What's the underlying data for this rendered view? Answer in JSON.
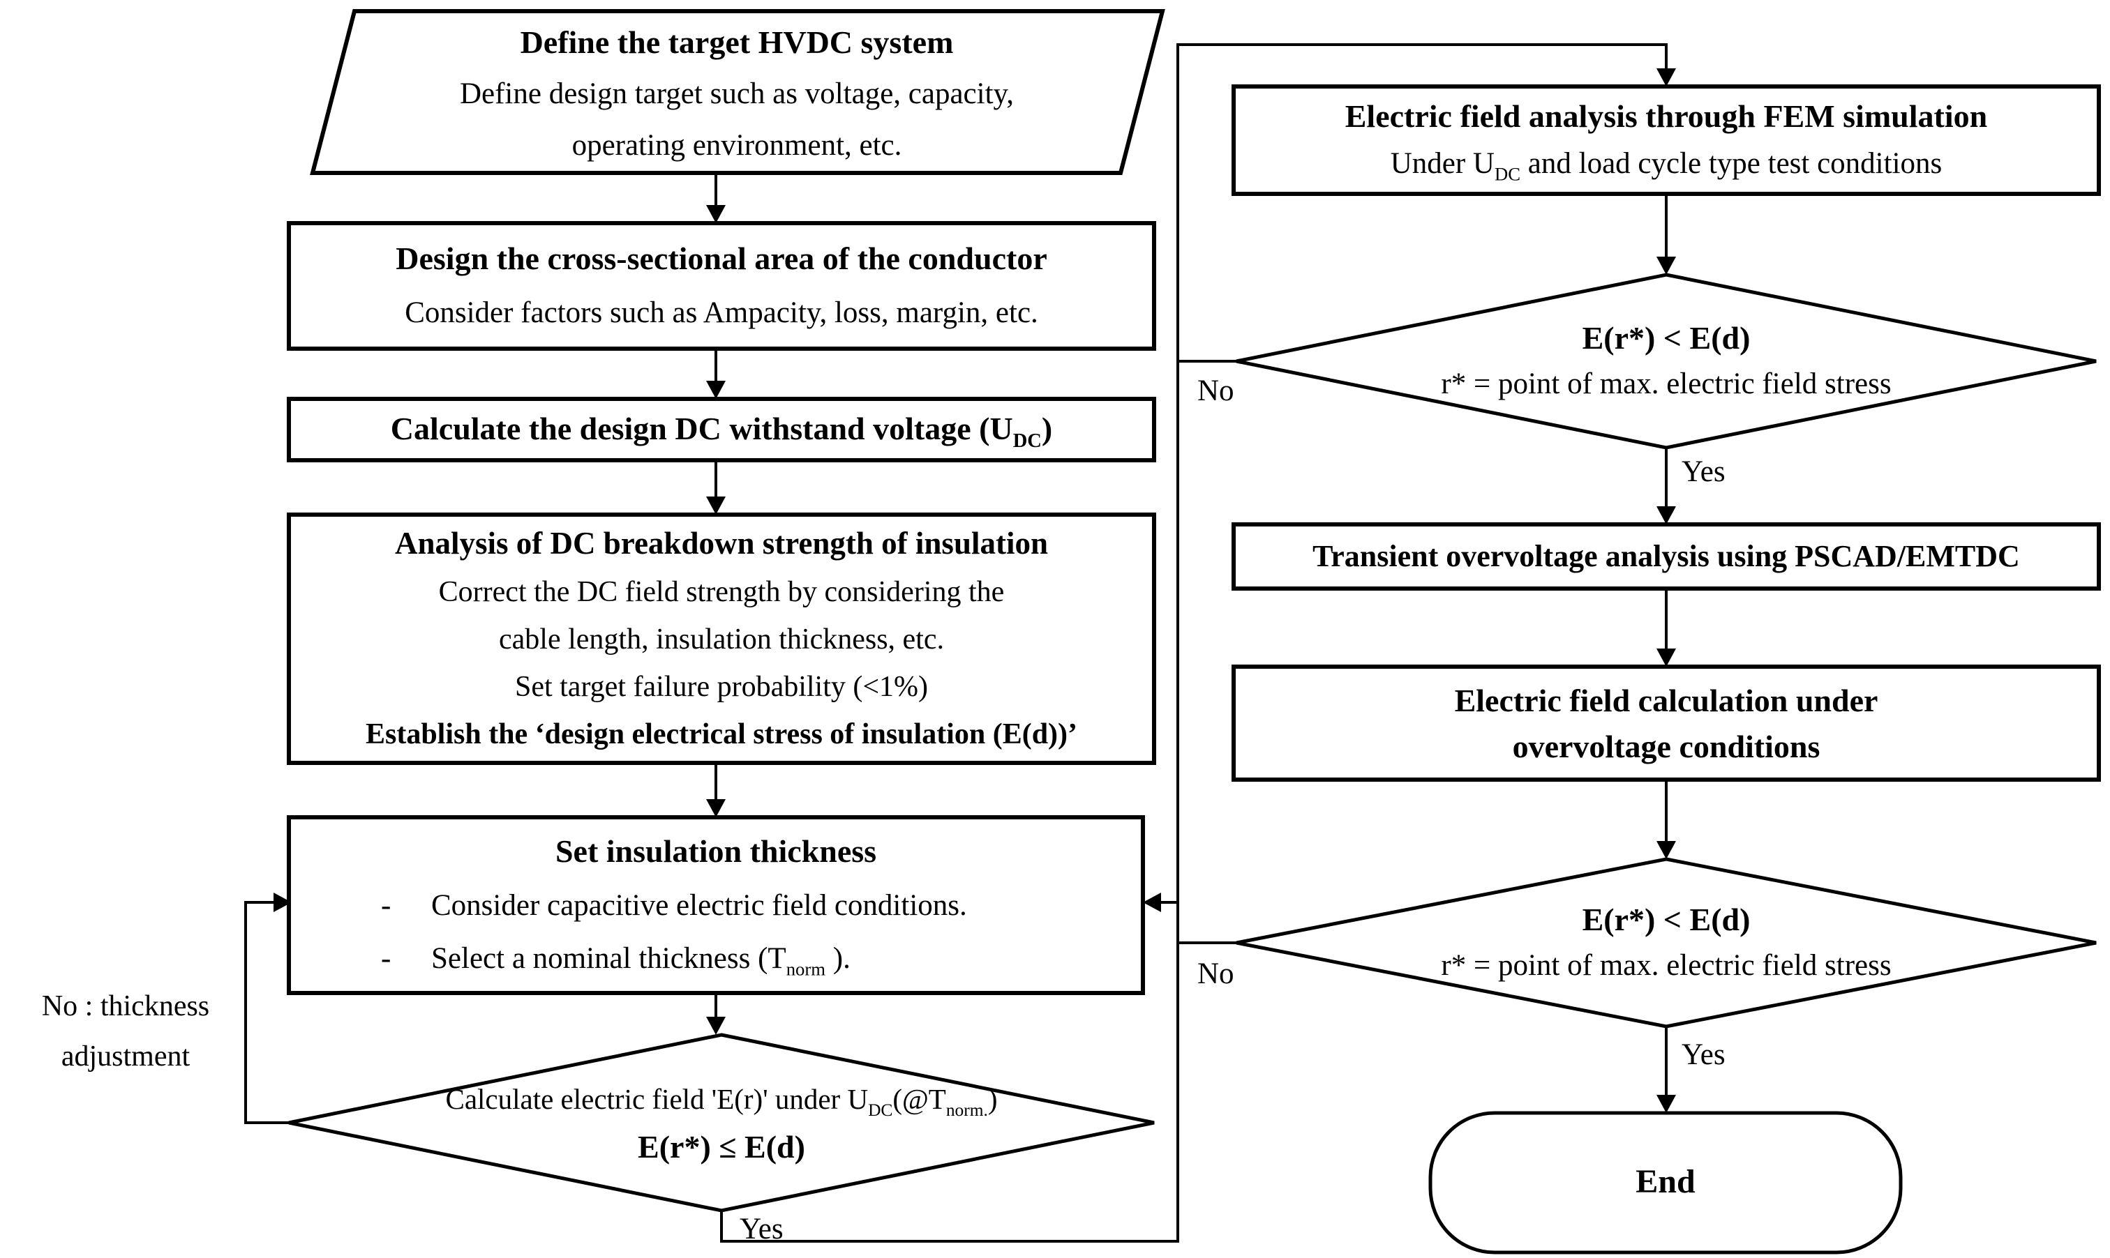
{
  "nodes": {
    "define_system": {
      "title": "Define the target HVDC system",
      "line1": "Define design target such as voltage, capacity,",
      "line2": "operating environment, etc."
    },
    "conductor_area": {
      "title": "Design the cross-sectional area of the conductor",
      "body": "Consider factors such as Ampacity, loss, margin, etc."
    },
    "withstand_voltage": {
      "title_pre": "Calculate the design DC withstand voltage (U",
      "title_sub": "DC",
      "title_post": ")"
    },
    "breakdown_analysis": {
      "title": "Analysis of DC breakdown strength of insulation",
      "line1": "Correct the DC field strength by considering the",
      "line2": "cable length, insulation thickness, etc.",
      "line3": "Set target failure probability (<1%)",
      "line4": "Establish the ‘design electrical stress of insulation (E(d))’"
    },
    "set_thickness": {
      "title": "Set insulation thickness",
      "bullet_dash": "-",
      "bullet1": "Consider capacitive electric field conditions.",
      "bullet2_pre": "Select a nominal thickness (T",
      "bullet2_sub": "norm",
      "bullet2_post": " )."
    },
    "field_check": {
      "line1_pre": "Calculate electric field 'E(r)' under U",
      "line1_sub1": "DC",
      "line1_mid": "(@T",
      "line1_sub2": "norm.",
      "line1_post": ")",
      "line2": "E(r*) ≤ E(d)"
    },
    "fem_simulation": {
      "title": "Electric field analysis through FEM simulation",
      "body_pre": "Under U",
      "body_sub": "DC",
      "body_post": " and load cycle type test conditions"
    },
    "fem_check": {
      "line1": "E(r*) < E(d)",
      "line2": "r* = point of max. electric field stress"
    },
    "pscad_analysis": {
      "title": "Transient overvoltage analysis using PSCAD/EMTDC"
    },
    "overvoltage_field": {
      "line1": "Electric field calculation under",
      "line2": "overvoltage conditions"
    },
    "overvoltage_check": {
      "line1": "E(r*) < E(d)",
      "line2": "r* = point of max. electric field stress"
    },
    "end": {
      "label": "End"
    }
  },
  "labels": {
    "yes": "Yes",
    "no": "No",
    "no_loop_line1": "No : thickness",
    "no_loop_line2": "adjustment"
  },
  "colors": {
    "stroke": "#000000",
    "background": "#ffffff"
  }
}
